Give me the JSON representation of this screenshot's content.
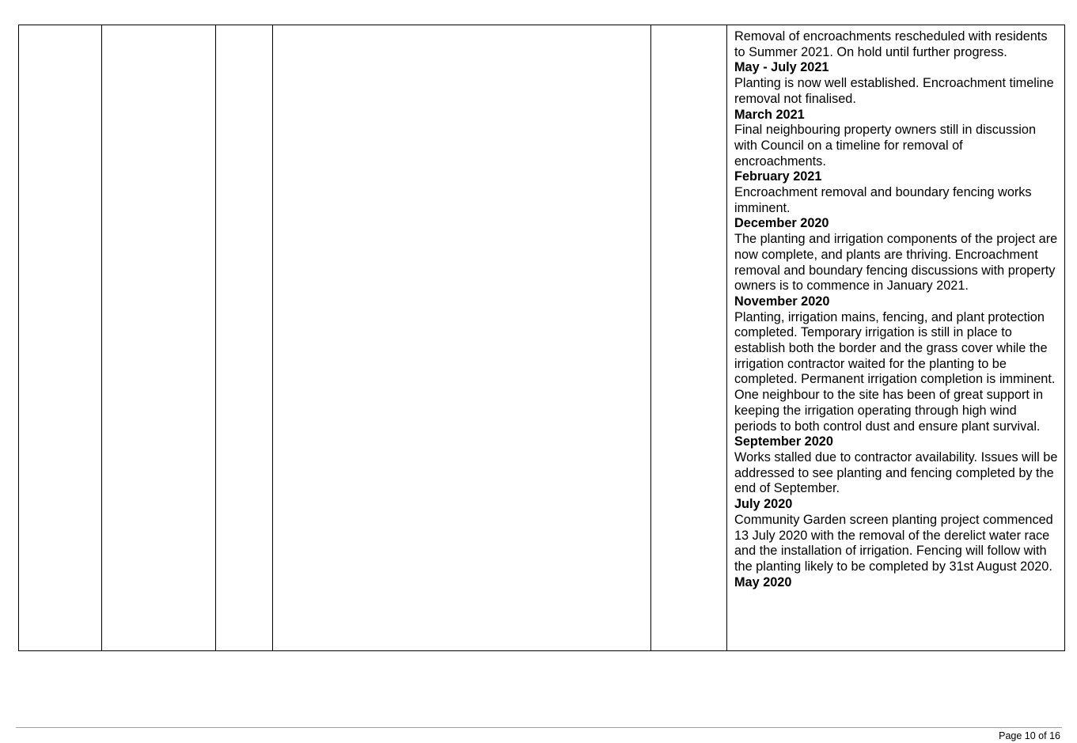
{
  "update_log": {
    "intro": "Removal of encroachments rescheduled with residents to Summer 2021. On hold until further progress.",
    "entries": [
      {
        "heading": "May - July 2021",
        "text": "Planting is now well established. Encroachment timeline removal not finalised."
      },
      {
        "heading": "March 2021",
        "text": "Final neighbouring property owners still in discussion with Council on a timeline for removal of encroachments."
      },
      {
        "heading": "February 2021",
        "text": "Encroachment removal and boundary fencing works imminent."
      },
      {
        "heading": "December 2020",
        "text": "The planting and irrigation components of the project are now complete, and plants are thriving. Encroachment removal and boundary fencing discussions with property owners is to commence in January 2021."
      },
      {
        "heading": "November 2020",
        "text": "Planting, irrigation mains, fencing, and plant protection completed.  Temporary irrigation is still in place to establish both the border and the grass cover while the irrigation contractor waited for the planting to be completed.  Permanent irrigation completion is imminent.  One neighbour to the site has been of great support in keeping the irrigation operating through high wind periods to both control dust and ensure plant survival."
      },
      {
        "heading": "September 2020",
        "text": "Works stalled due to contractor availability. Issues will be addressed to see planting and fencing completed by the end of September."
      },
      {
        "heading": "July 2020",
        "text": "Community Garden screen planting project commenced 13 July 2020 with the removal of the derelict water race and the installation of irrigation. Fencing will follow with the planting likely to be completed by 31st August 2020."
      },
      {
        "heading": "May 2020",
        "text": ""
      }
    ]
  },
  "footer": {
    "page_label": "Page 10 of 16"
  }
}
